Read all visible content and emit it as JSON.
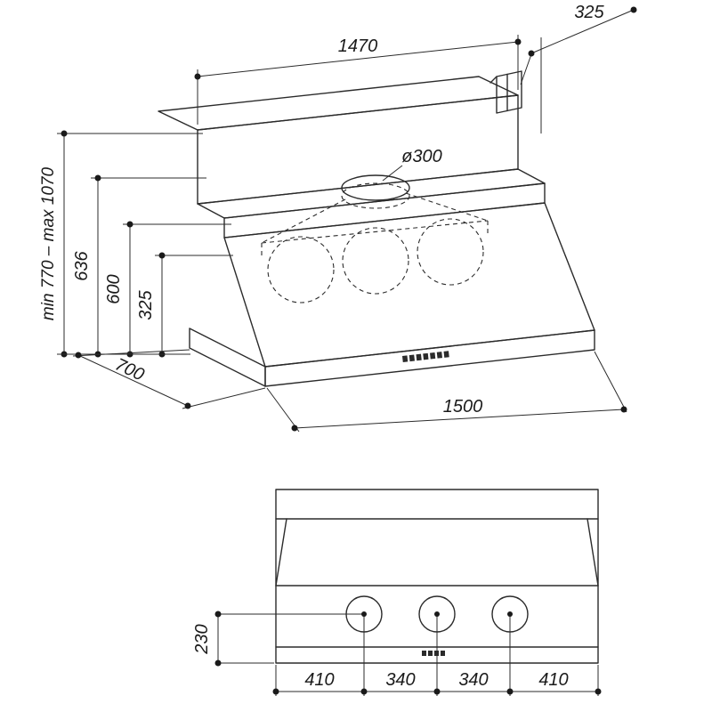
{
  "meta": {
    "type": "technical-dimension-drawing",
    "subject": "cooker hood installation diagram",
    "units": "mm"
  },
  "colors": {
    "line": "#2b2b2b",
    "background": "#ffffff"
  },
  "iso_view": {
    "name": "isometric view with installation dimensions",
    "labels": {
      "width_top": "1470",
      "depth_top": "325",
      "duct_diameter": "ø300",
      "height_range": "min 770  –  max 1070",
      "height_636": "636",
      "height_600": "600",
      "height_325": "325",
      "depth_bottom": "700",
      "width_bottom": "1500"
    }
  },
  "front_view": {
    "name": "front elevation view",
    "labels": {
      "height_230": "230",
      "spacing_left": "410",
      "spacing_mid_left": "340",
      "spacing_mid_right": "340",
      "spacing_right": "410"
    }
  }
}
